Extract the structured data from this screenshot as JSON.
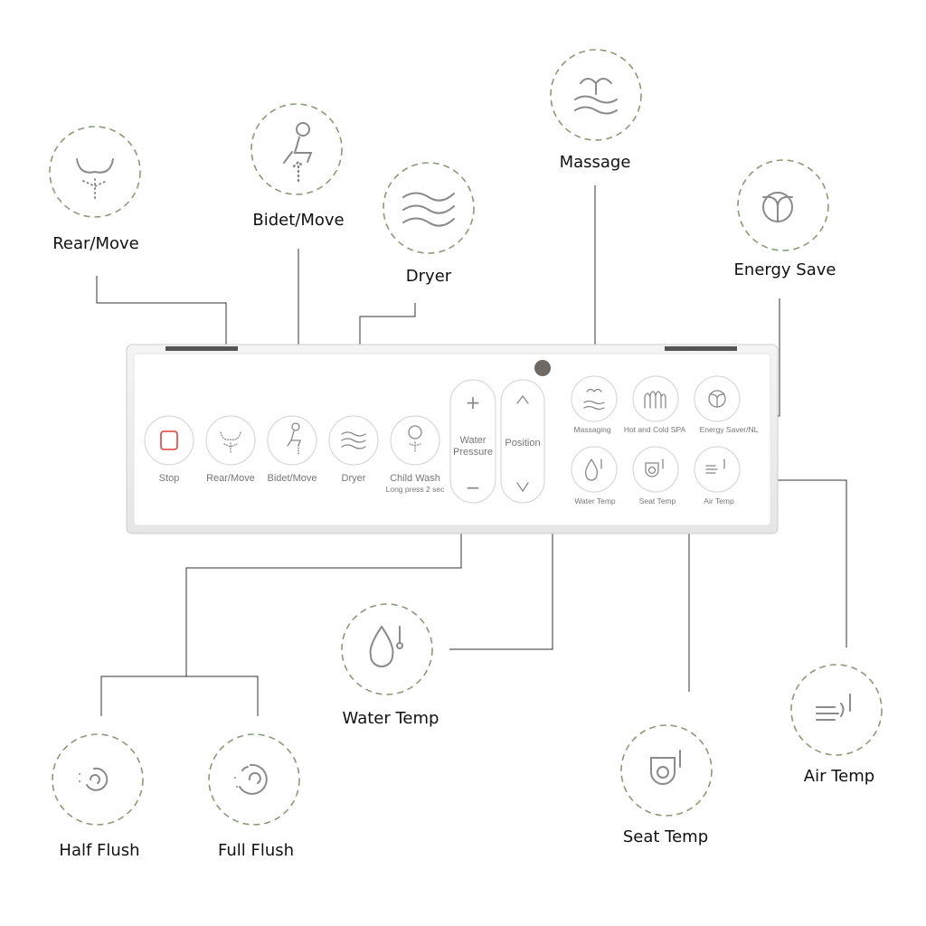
{
  "callouts": {
    "rear_move": "Rear/Move",
    "bidet_move": "Bidet/Move",
    "dryer": "Dryer",
    "massage": "Massage",
    "energy_save": "Energy Save",
    "water_temp": "Water Temp",
    "half_flush": "Half Flush",
    "full_flush": "Full Flush",
    "seat_temp": "Seat Temp",
    "air_temp": "Air Temp"
  },
  "panel": {
    "stop": "Stop",
    "rear_move": "Rear/Move",
    "bidet_move": "Bidet/Move",
    "dryer": "Dryer",
    "child_wash": "Child Wash",
    "child_wash_note": "Long press 2 sec",
    "water_pressure_1": "Water",
    "water_pressure_2": "Pressure",
    "plus": "+",
    "minus": "−",
    "position": "Position",
    "up": "^",
    "down": "v",
    "massaging": "Massaging",
    "hot_cold_spa": "Hot and Cold SPA",
    "energy_saver": "Energy Saver/NL",
    "water_temp": "Water Temp",
    "seat_temp": "Seat Temp",
    "air_temp": "Air Temp"
  },
  "colors": {
    "dash": "#8d9a78",
    "stop_accent": "#e0403a"
  }
}
